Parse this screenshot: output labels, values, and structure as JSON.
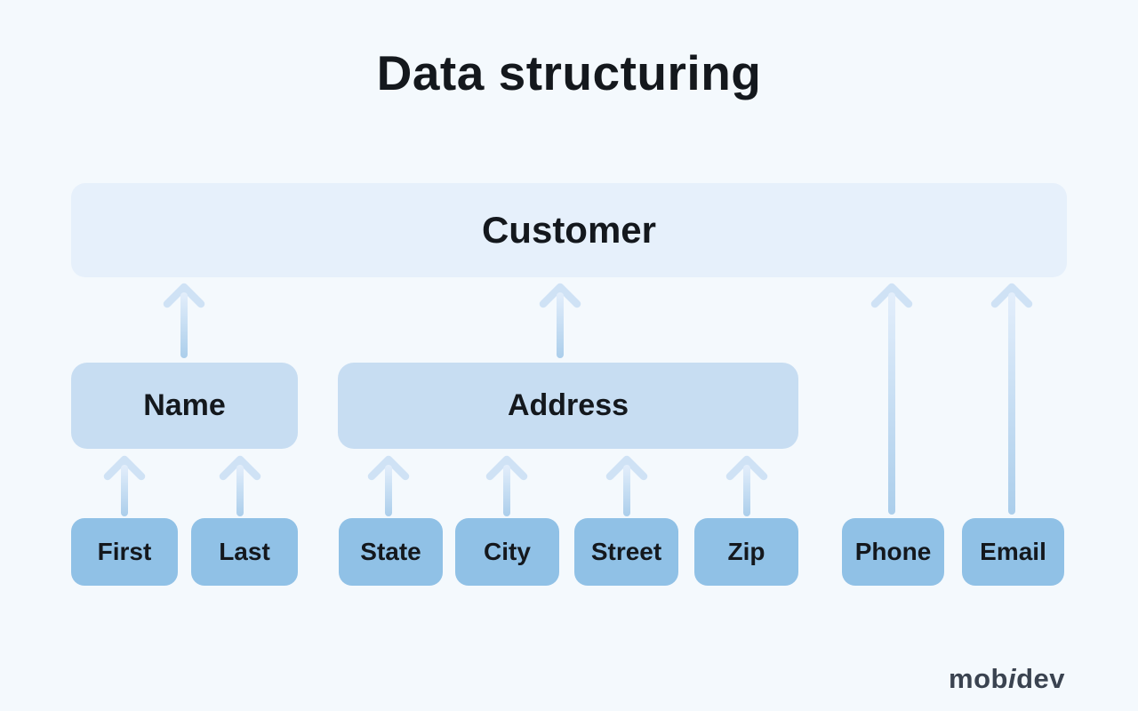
{
  "title": "Data structuring",
  "diagram": {
    "root": {
      "label": "Customer"
    },
    "children": [
      {
        "label": "Name",
        "children": [
          "First",
          "Last"
        ]
      },
      {
        "label": "Address",
        "children": [
          "State",
          "City",
          "Street",
          "Zip"
        ]
      },
      {
        "label": "Phone"
      },
      {
        "label": "Email"
      }
    ]
  },
  "logo": {
    "part1": "mob",
    "part2": "i",
    "part3": "dev"
  },
  "colors": {
    "background": "#f4f9fd",
    "root_box": "#e6f0fb",
    "mid_box": "#c7ddf2",
    "leaf_box": "#90c1e6",
    "arrow_head": "#cfe2f5",
    "arrow_stem_top": "#e3eefb",
    "arrow_stem_bottom": "#abceeb",
    "text": "#14181d",
    "logo_text": "#3a4350"
  }
}
